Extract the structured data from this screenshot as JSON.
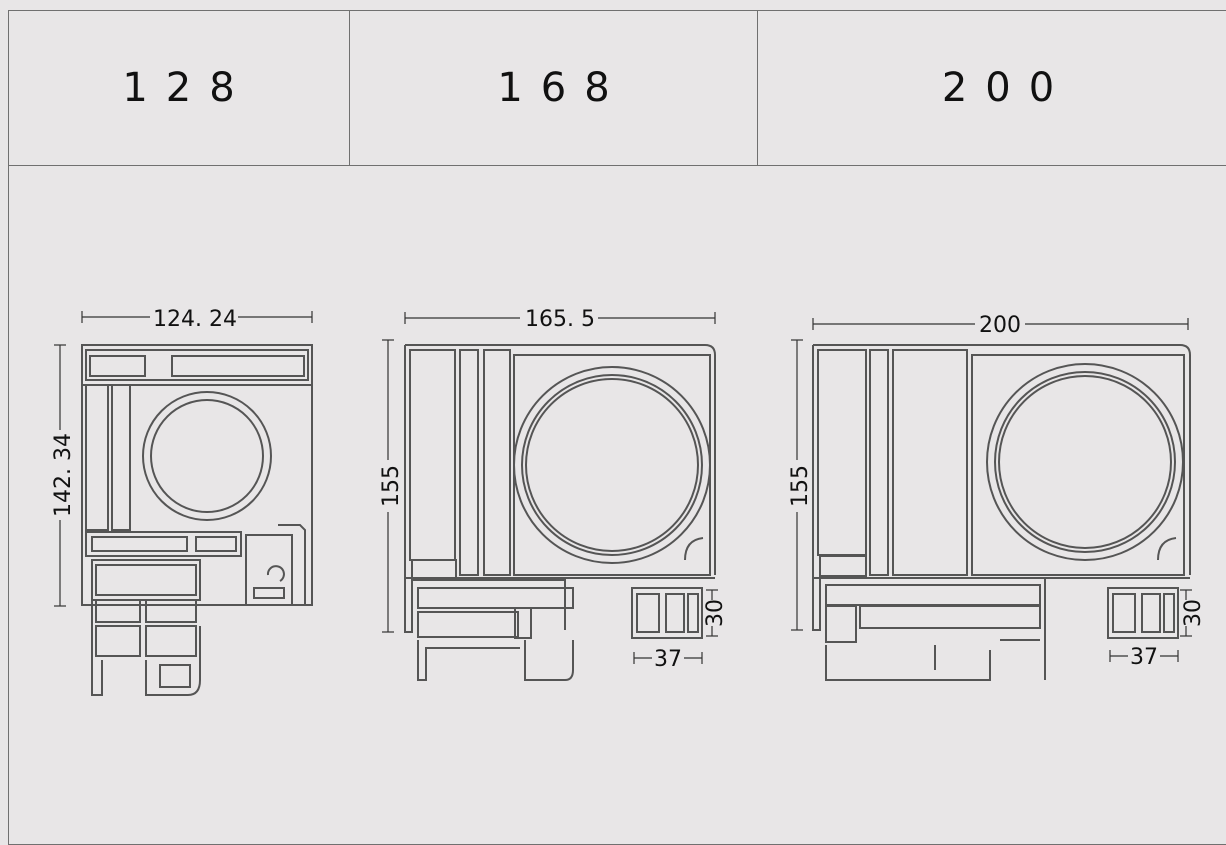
{
  "header": {
    "col1": "128",
    "col2": "168",
    "col3": "200"
  },
  "profiles": [
    {
      "series": "128",
      "width_dim": "124. 24",
      "height_dim": "142. 34"
    },
    {
      "series": "168",
      "width_dim": "165. 5",
      "height_dim": "155",
      "track_width_dim": "37",
      "track_height_dim": "30"
    },
    {
      "series": "200",
      "width_dim": "200",
      "height_dim": "155",
      "track_width_dim": "37",
      "track_height_dim": "30"
    }
  ],
  "colors": {
    "background": "#e8e6e7",
    "line": "#707070",
    "profile": "#555555"
  }
}
